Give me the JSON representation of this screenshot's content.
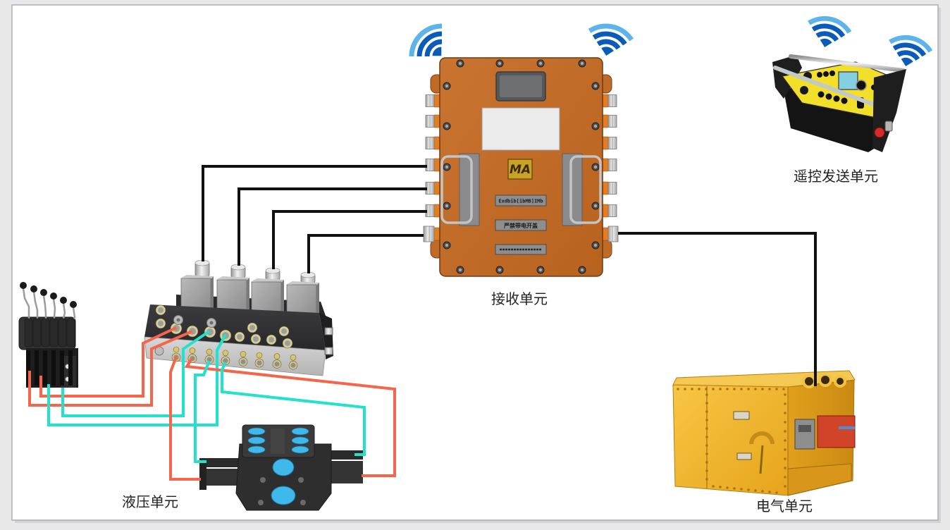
{
  "units": {
    "receiver": {
      "label": "接收单元",
      "logo_text": "MA",
      "plates": [
        "Exdbib[ibMB]IMb",
        "严禁带电开盖"
      ],
      "body_color": "#c06a27"
    },
    "remote": {
      "label": "遥控发送单元",
      "panel_color": "#f2df2a"
    },
    "hydraulic": {
      "label": "液压单元",
      "port_cap_color": "#3fb8ec"
    },
    "electrical": {
      "label": "电气单元",
      "body_color": "#f0b323"
    }
  },
  "wires": {
    "signal": "#111111",
    "red": "#f4654c",
    "cyan": "#22e2cc"
  },
  "icons": {
    "wireless": "wifi-icon",
    "wifi_dark": "#0a5cb8",
    "wifi_light": "#5db4e8"
  }
}
